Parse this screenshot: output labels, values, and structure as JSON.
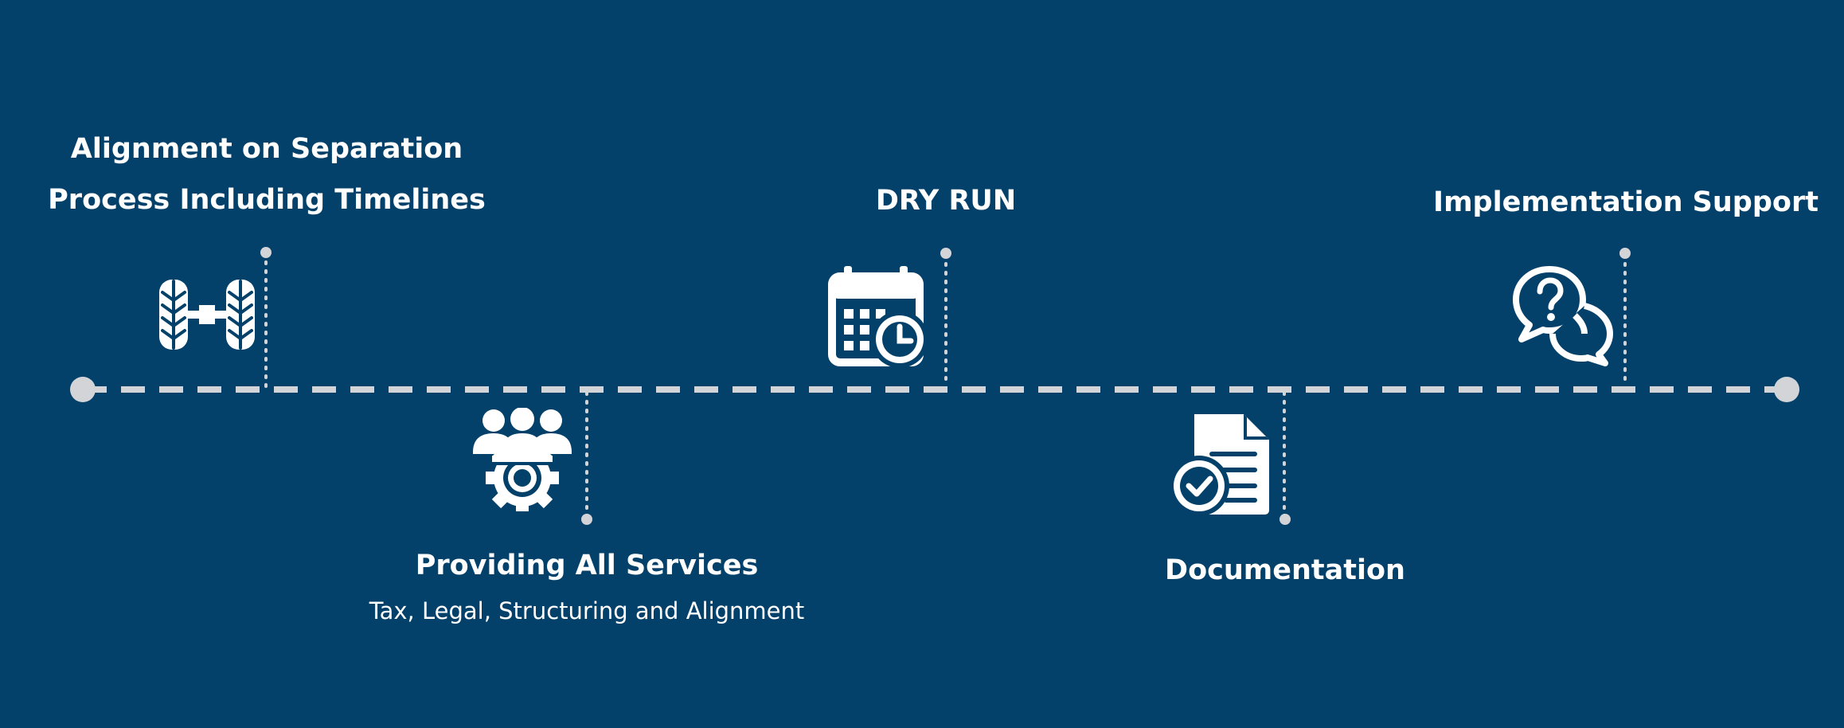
{
  "colors": {
    "background": "#03416a",
    "timeline": "#d2d4d8",
    "icon": "#ffffff",
    "text": "#ffffff"
  },
  "steps": [
    {
      "title_line1": "Alignment on Separation",
      "title_line2": "Process Including Timelines",
      "icon": "separation-alignment-icon"
    },
    {
      "title": "Providing All Services",
      "subtitle": "Tax, Legal, Structuring and Alignment",
      "icon": "services-team-gear-icon"
    },
    {
      "title": "DRY RUN",
      "icon": "calendar-clock-icon"
    },
    {
      "title": "Documentation",
      "icon": "document-check-icon"
    },
    {
      "title": "Implementation Support",
      "icon": "question-chat-icon"
    }
  ]
}
